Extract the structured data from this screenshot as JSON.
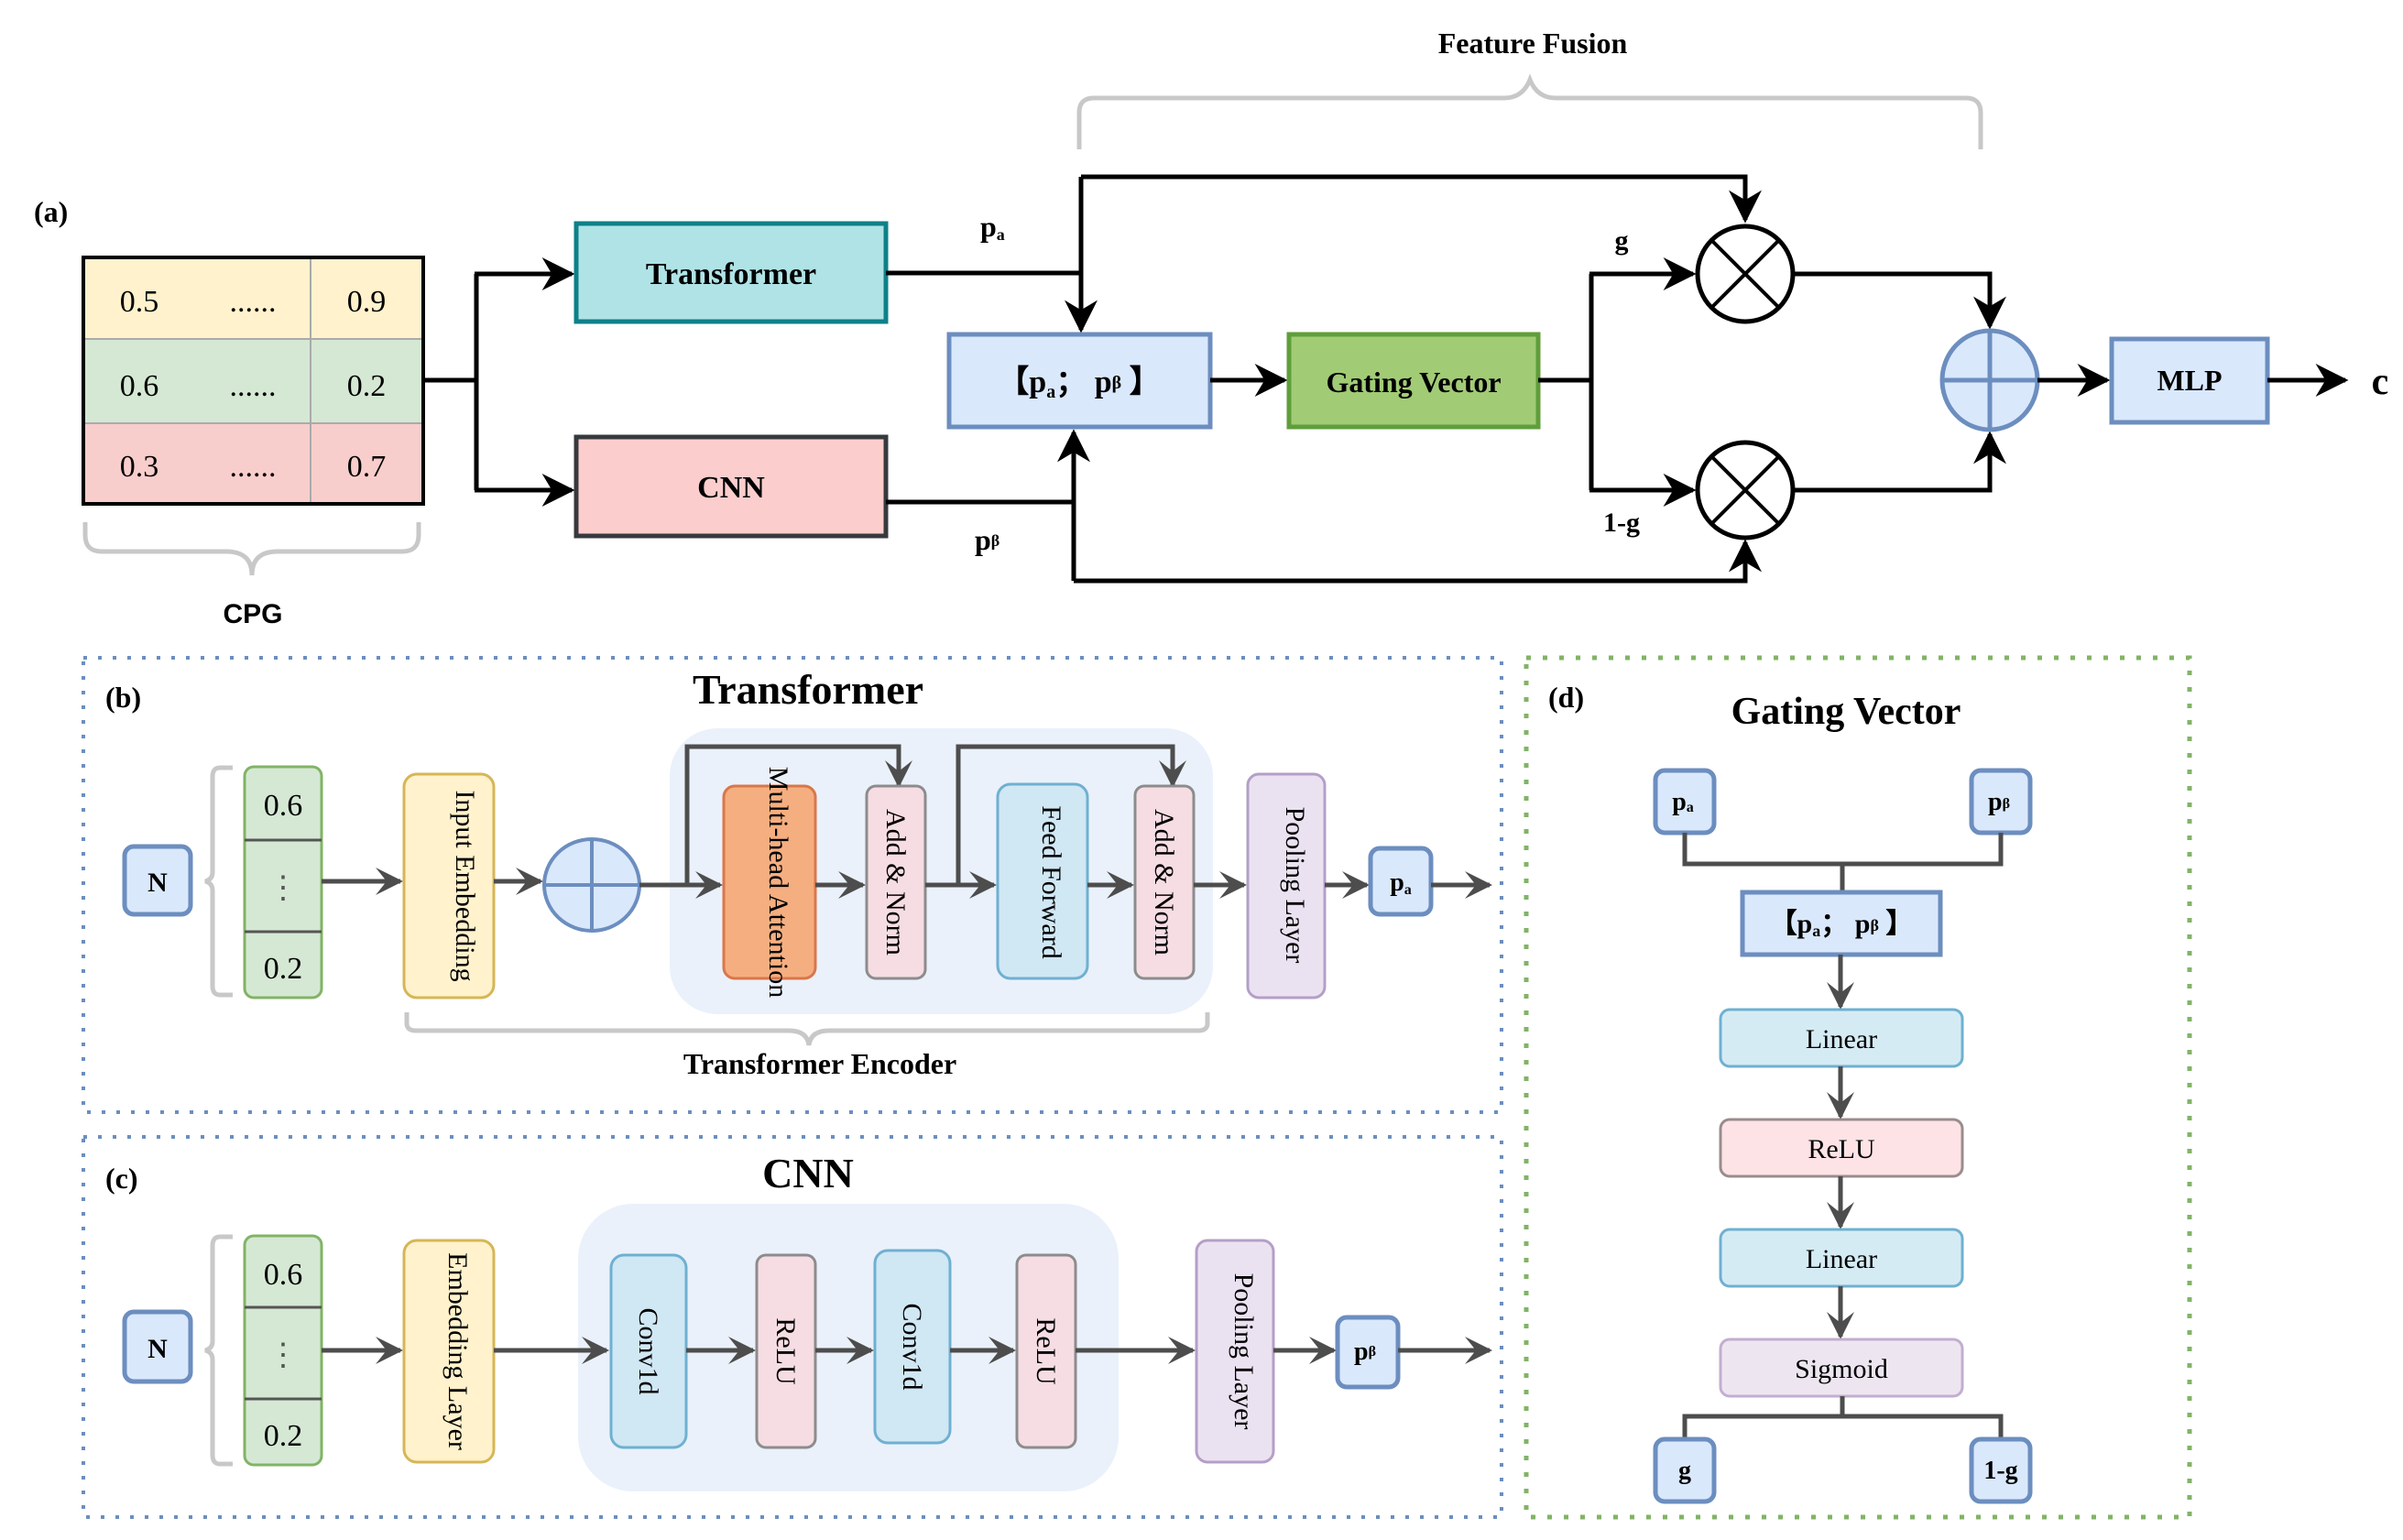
{
  "panel_a": {
    "label": "(a)",
    "cpg_table": {
      "rows": [
        {
          "cells": [
            "0.5",
            "......",
            "0.9"
          ],
          "color": "#fff2cc"
        },
        {
          "cells": [
            "0.6",
            "......",
            "0.2"
          ],
          "color": "#d5e8d4"
        },
        {
          "cells": [
            "0.3",
            "......",
            "0.7"
          ],
          "color": "#f8cecc"
        }
      ],
      "caption": "CPG"
    },
    "transformer_box": {
      "label": "Transformer",
      "fill": "#b0e3e6",
      "stroke": "#0e8088"
    },
    "cnn_box": {
      "label": "CNN",
      "fill": "#fccdcd",
      "stroke": "#36393d"
    },
    "pa_label": "p",
    "pa_sub": "a",
    "pb_label": "p",
    "pb_sub": "β",
    "concat_box": {
      "label_open": "【p",
      "label_sub_a": "a",
      "label_mid": "；  p",
      "label_sub_b": "β",
      "label_close": " 】",
      "fill": "#dae8fc",
      "stroke": "#6c8ebf"
    },
    "gating_box": {
      "label": "Gating Vector",
      "fill": "#a2cb76",
      "stroke": "#5f9e3a"
    },
    "g_label": "g",
    "one_minus_g_label": "1-g",
    "feature_fusion_label": "Feature Fusion",
    "mlp_box": {
      "label": "MLP",
      "fill": "#dae8fc",
      "stroke": "#6c8ebf"
    },
    "output_label": "c"
  },
  "panel_b": {
    "label": "(b)",
    "title": "Transformer",
    "n_label": "N",
    "vector": [
      "0.6",
      "⋮",
      "0.2"
    ],
    "input_embedding": "Input Embedding",
    "multi_head_attention": "Multi-head Attention",
    "add_norm_1": "Add & Norm",
    "feed_forward": "Feed Forward",
    "add_norm_2": "Add & Norm",
    "pooling": "Pooling Layer",
    "output": "p",
    "output_sub": "a",
    "encoder_caption": "Transformer Encoder"
  },
  "panel_c": {
    "label": "(c)",
    "title": "CNN",
    "n_label": "N",
    "vector": [
      "0.6",
      "⋮",
      "0.2"
    ],
    "embedding": "Embedding Layer",
    "conv1": "Conv1d",
    "relu1": "ReLU",
    "conv2": "Conv1d",
    "relu2": "ReLU",
    "pooling": "Pooling Layer",
    "output": "p",
    "output_sub": "β"
  },
  "panel_d": {
    "label": "(d)",
    "title": "Gating Vector",
    "input_a": "p",
    "input_a_sub": "a",
    "input_b": "p",
    "input_b_sub": "β",
    "concat": {
      "open": "【p",
      "sub_a": "a",
      "mid": "；  p",
      "sub_b": "β",
      "close": " 】"
    },
    "layers": [
      "Linear",
      "ReLU",
      "Linear",
      "Sigmoid"
    ],
    "output_g": "g",
    "output_1g": "1-g"
  }
}
